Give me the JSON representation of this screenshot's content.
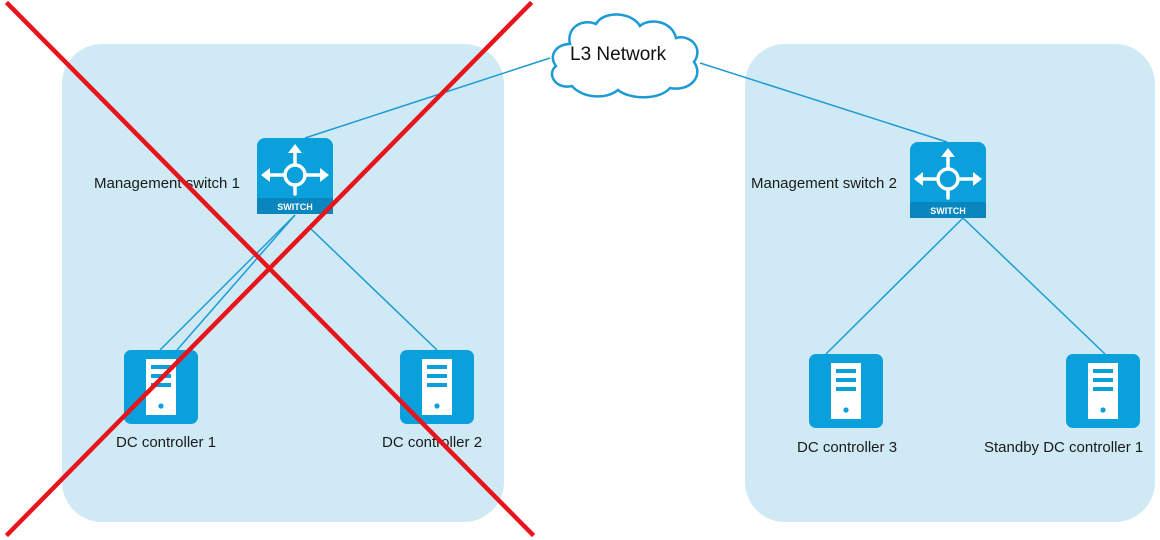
{
  "cloud": {
    "label": "L3 Network",
    "icon": "cloud-icon"
  },
  "switches": [
    {
      "label": "Management switch 1",
      "badge": "SWITCH",
      "icon": "switch-icon"
    },
    {
      "label": "Management switch 2",
      "badge": "SWITCH",
      "icon": "switch-icon"
    }
  ],
  "controllers": [
    {
      "label": "DC controller 1",
      "icon": "server-icon"
    },
    {
      "label": "DC controller 2",
      "icon": "server-icon"
    },
    {
      "label": "DC controller 3",
      "icon": "server-icon"
    },
    {
      "label": "Standby DC controller 1",
      "icon": "server-icon"
    }
  ],
  "failed_site": "left",
  "colors": {
    "site_background": "#cfeaf5",
    "device": "#0aa0db",
    "link": "#1c9ad6",
    "failure_cross": "#e8141b"
  }
}
